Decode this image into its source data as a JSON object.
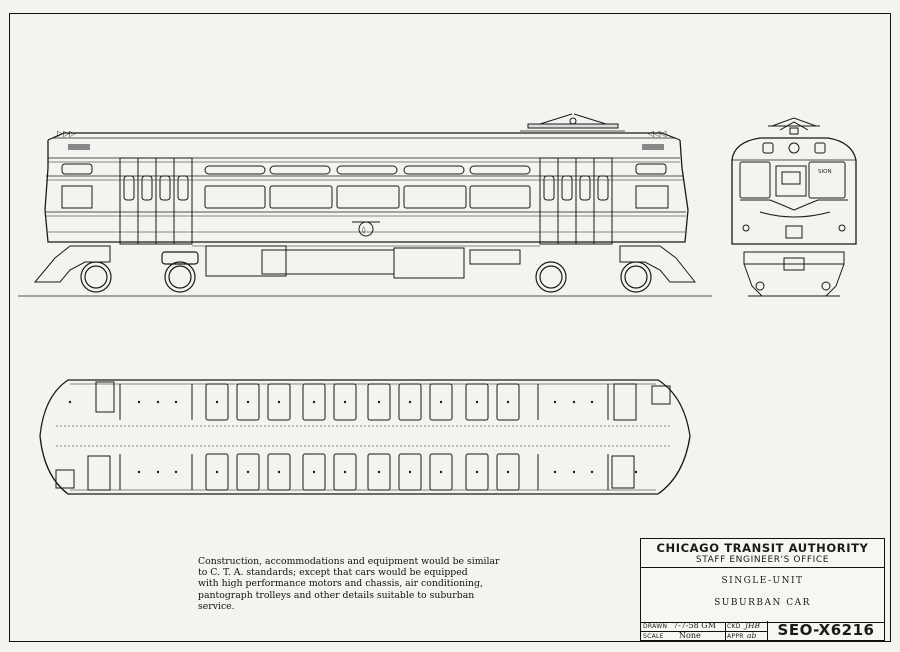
{
  "note": {
    "lines": [
      "Construction, accommodations and equipment would be similar",
      "to C. T. A. standards; except that cars would be equipped",
      "with high performance motors and chassis, air conditioning,",
      "pantograph trolleys and other details suitable to suburban",
      "service."
    ]
  },
  "title_block": {
    "organization": "CHICAGO TRANSIT AUTHORITY",
    "office": "STAFF ENGINEER'S OFFICE",
    "title_line_1": "SINGLE-UNIT",
    "title_line_2": "SUBURBAN CAR",
    "drawn_label": "DRAWN",
    "drawn_value": "7-7-58 GM",
    "scale_label": "SCALE",
    "scale_value": "None",
    "checked_label": "CKD",
    "checked_value": "JHB",
    "approved_label": "APPR",
    "approved_value": "ab",
    "drawing_number": "SEO-X6216"
  },
  "front_view": {
    "destination_sign": "SION"
  },
  "colors": {
    "ink": "#1a1a1a",
    "paper": "#f4f3ef"
  }
}
